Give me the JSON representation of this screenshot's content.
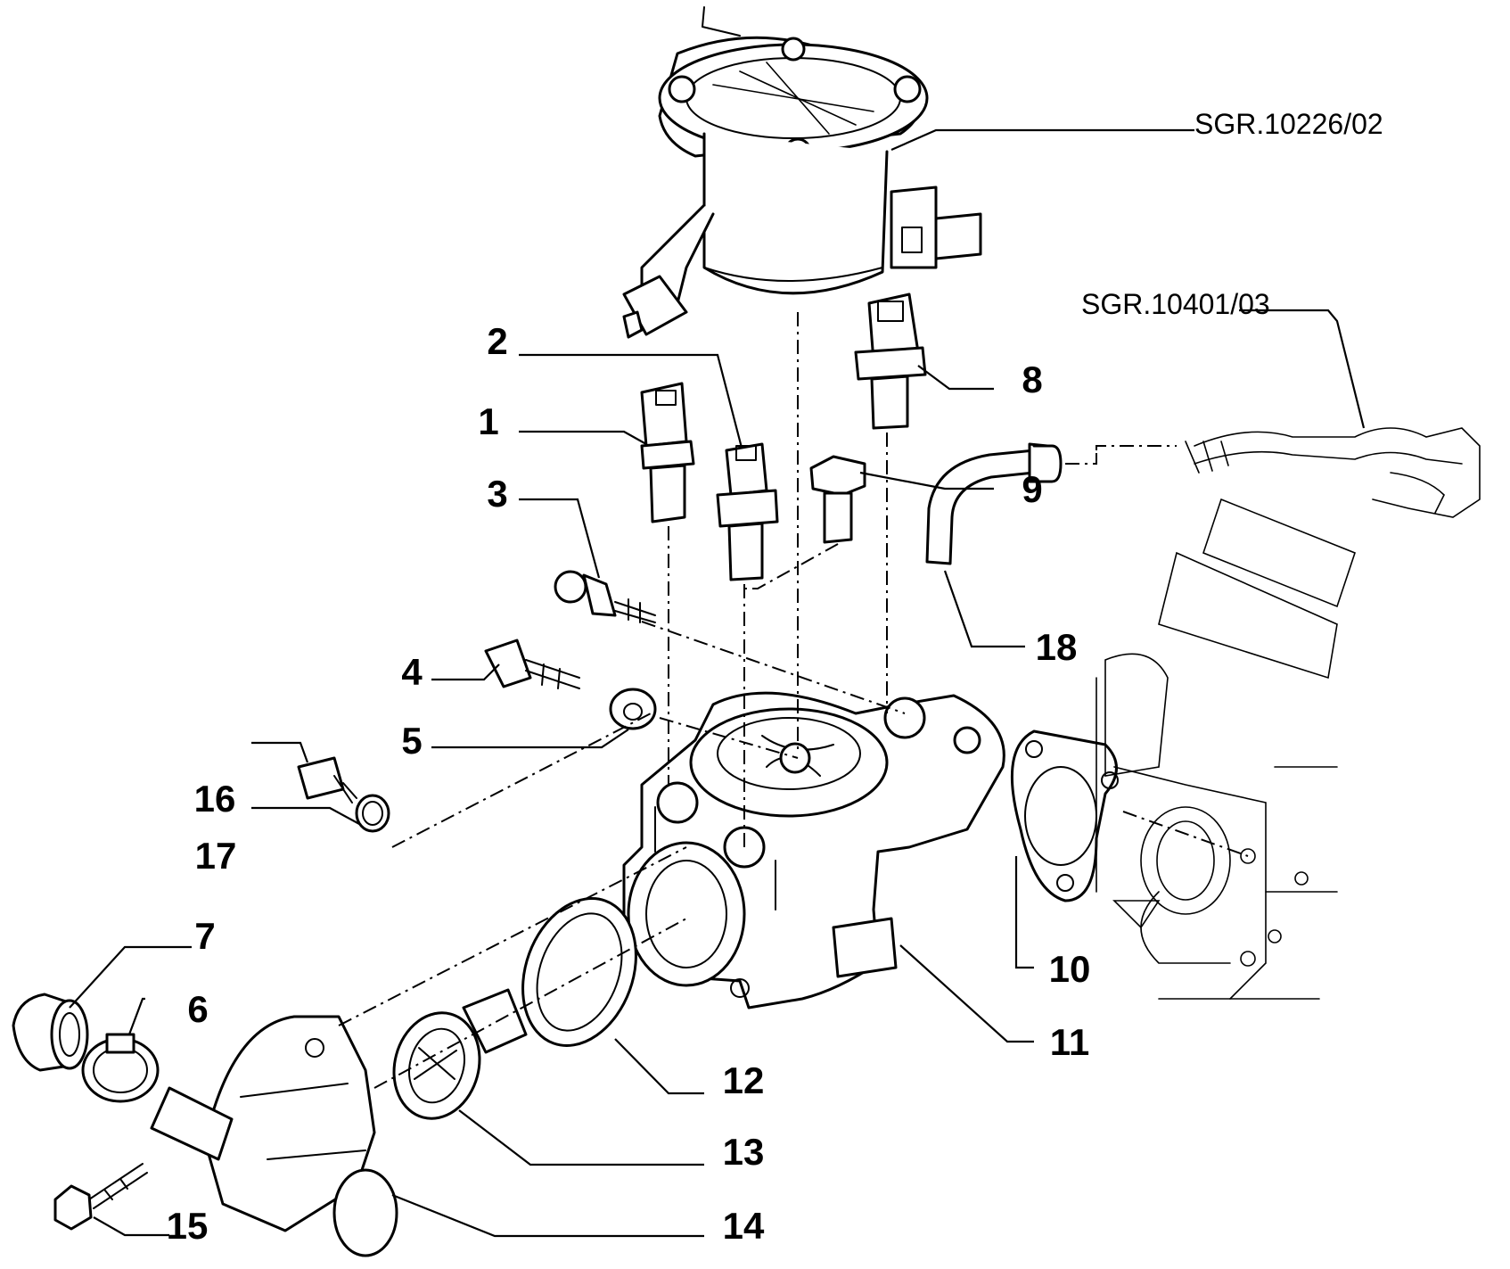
{
  "callouts": [
    {
      "id": "c1",
      "label": "1"
    },
    {
      "id": "c2",
      "label": "2"
    },
    {
      "id": "c3",
      "label": "3"
    },
    {
      "id": "c4",
      "label": "4"
    },
    {
      "id": "c5",
      "label": "5"
    },
    {
      "id": "c6",
      "label": "6"
    },
    {
      "id": "c7",
      "label": "7"
    },
    {
      "id": "c8",
      "label": "8"
    },
    {
      "id": "c9",
      "label": "9"
    },
    {
      "id": "c10",
      "label": "10"
    },
    {
      "id": "c11",
      "label": "11"
    },
    {
      "id": "c12",
      "label": "12"
    },
    {
      "id": "c13",
      "label": "13"
    },
    {
      "id": "c14",
      "label": "14"
    },
    {
      "id": "c15",
      "label": "15"
    },
    {
      "id": "c16",
      "label": "16"
    },
    {
      "id": "c17",
      "label": "17"
    },
    {
      "id": "c18",
      "label": "18"
    }
  ],
  "references": {
    "upper": "SGR.10226/02",
    "right": "SGR.10401/03"
  }
}
